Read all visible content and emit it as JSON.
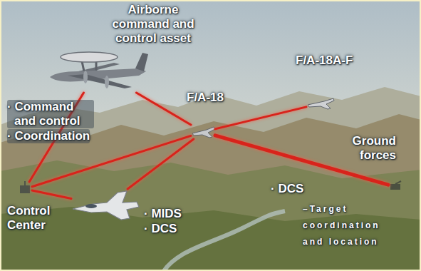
{
  "diagram": {
    "nodes": [
      {
        "text": [
          "Airborne command and control asset"
        ]
      },
      {
        "text": [
          "F/A-18A-F"
        ]
      },
      {
        "text": [
          "F/A-18"
        ]
      },
      {
        "text": [
          "Ground forces"
        ]
      },
      {
        "text": [
          "Control Center"
        ]
      },
      {
        "text": [
          "· MIDS",
          "· DCS"
        ]
      }
    ],
    "edges": [
      {
        "from": 0,
        "to": 4,
        "arrow": "none"
      },
      {
        "from": 0,
        "to": 2,
        "arrow": "none"
      },
      {
        "from": 4,
        "to": 2,
        "arrow": "none"
      },
      {
        "from": 2,
        "to": 1,
        "arrow": "none"
      },
      {
        "from": 2,
        "to": 3,
        "arrow": "none"
      },
      {
        "from": 2,
        "to": 5,
        "arrow": "none"
      },
      {
        "from": 4,
        "to": 5,
        "arrow": "none"
      }
    ],
    "labels": [
      "· Command and control",
      "· Coordination",
      "· DCS",
      "–Target coordination and location"
    ]
  }
}
